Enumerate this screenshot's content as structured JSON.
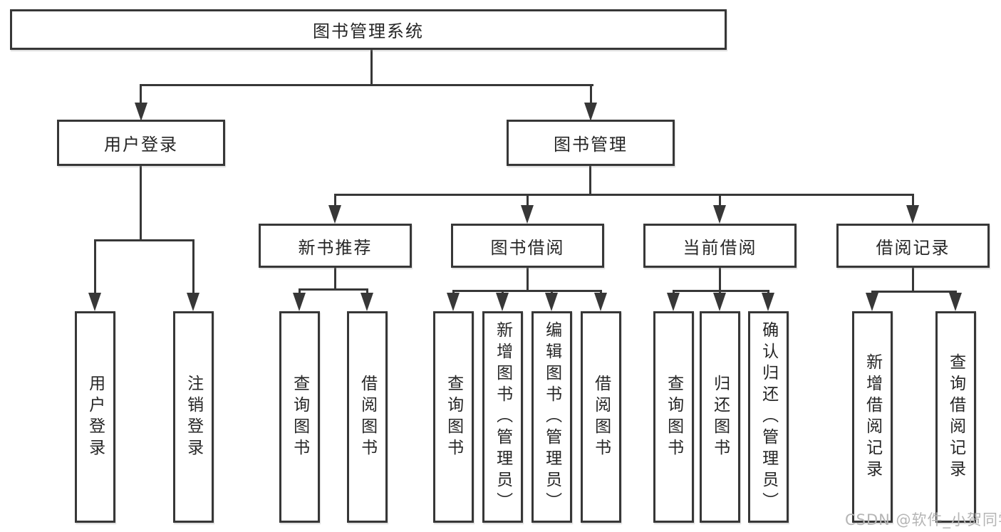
{
  "diagram_type": "hierarchy-tree",
  "colors": {
    "line": "#373737",
    "text": "#262626",
    "box_background": "#ffffff",
    "watermark": "#b5b5b5",
    "page_background": "#ffffff"
  },
  "tree": {
    "label": "图书管理系统",
    "children": [
      {
        "label": "用户登录",
        "children": [
          {
            "label": "用户登录"
          },
          {
            "label": "注销登录"
          }
        ]
      },
      {
        "label": "图书管理",
        "children": [
          {
            "label": "新书推荐",
            "children": [
              {
                "label": "查询图书"
              },
              {
                "label": "借阅图书"
              }
            ]
          },
          {
            "label": "图书借阅",
            "children": [
              {
                "label": "查询图书"
              },
              {
                "label": "新增图书（管理员）"
              },
              {
                "label": "编辑图书（管理员）"
              },
              {
                "label": "借阅图书"
              }
            ]
          },
          {
            "label": "当前借阅",
            "children": [
              {
                "label": "查询图书"
              },
              {
                "label": "归还图书"
              },
              {
                "label": "确认归还（管理员）"
              }
            ]
          },
          {
            "label": "借阅记录",
            "children": [
              {
                "label": "新增借阅记录"
              },
              {
                "label": "查询借阅记录"
              }
            ]
          }
        ]
      }
    ]
  },
  "watermark": {
    "text": "CSDN @软件_小贺同学"
  }
}
